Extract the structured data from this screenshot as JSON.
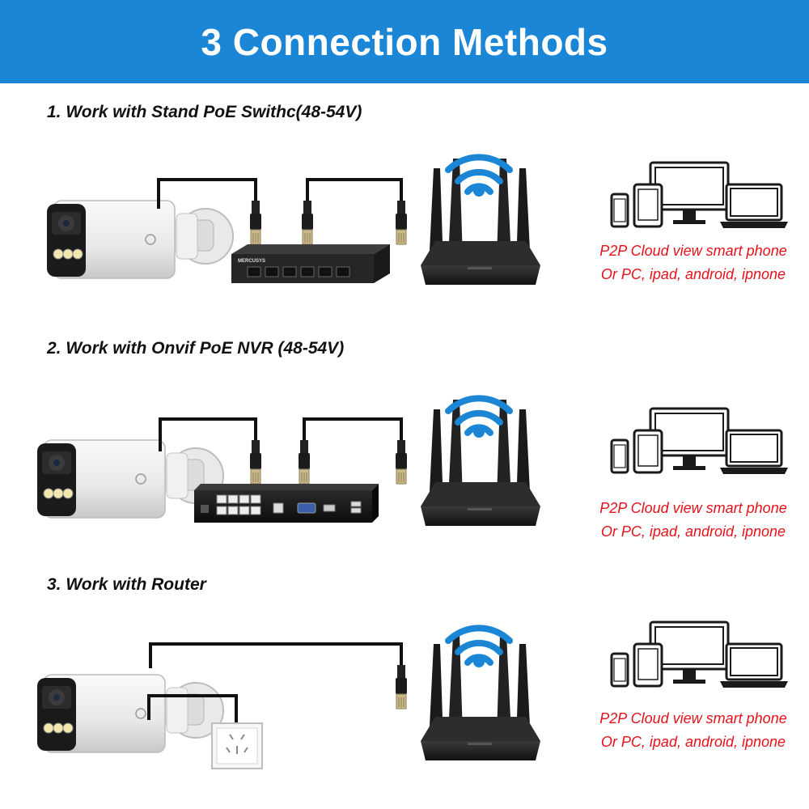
{
  "title": "3 Connection Methods",
  "methods": [
    {
      "heading": "1. Work with Stand PoE Swithc(48-54V)",
      "device": "switch",
      "switch_brand": "MERCUSYS",
      "caption_line1": "P2P Cloud view smart phone",
      "caption_line2": "Or PC, ipad, android, ipnone"
    },
    {
      "heading": "2. Work with Onvif PoE NVR (48-54V)",
      "device": "nvr",
      "caption_line1": "P2P Cloud view smart phone",
      "caption_line2": "Or PC, ipad, android, ipnone"
    },
    {
      "heading": "3. Work with Router",
      "device": "power-outlet",
      "caption_line1": "P2P Cloud view smart phone",
      "caption_line2": "Or PC, ipad, android, ipnone"
    }
  ],
  "colors": {
    "banner": "#1b86d6",
    "caption_text": "#e3121b",
    "wifi_icon": "#1b86d6",
    "cable": "#111111"
  }
}
